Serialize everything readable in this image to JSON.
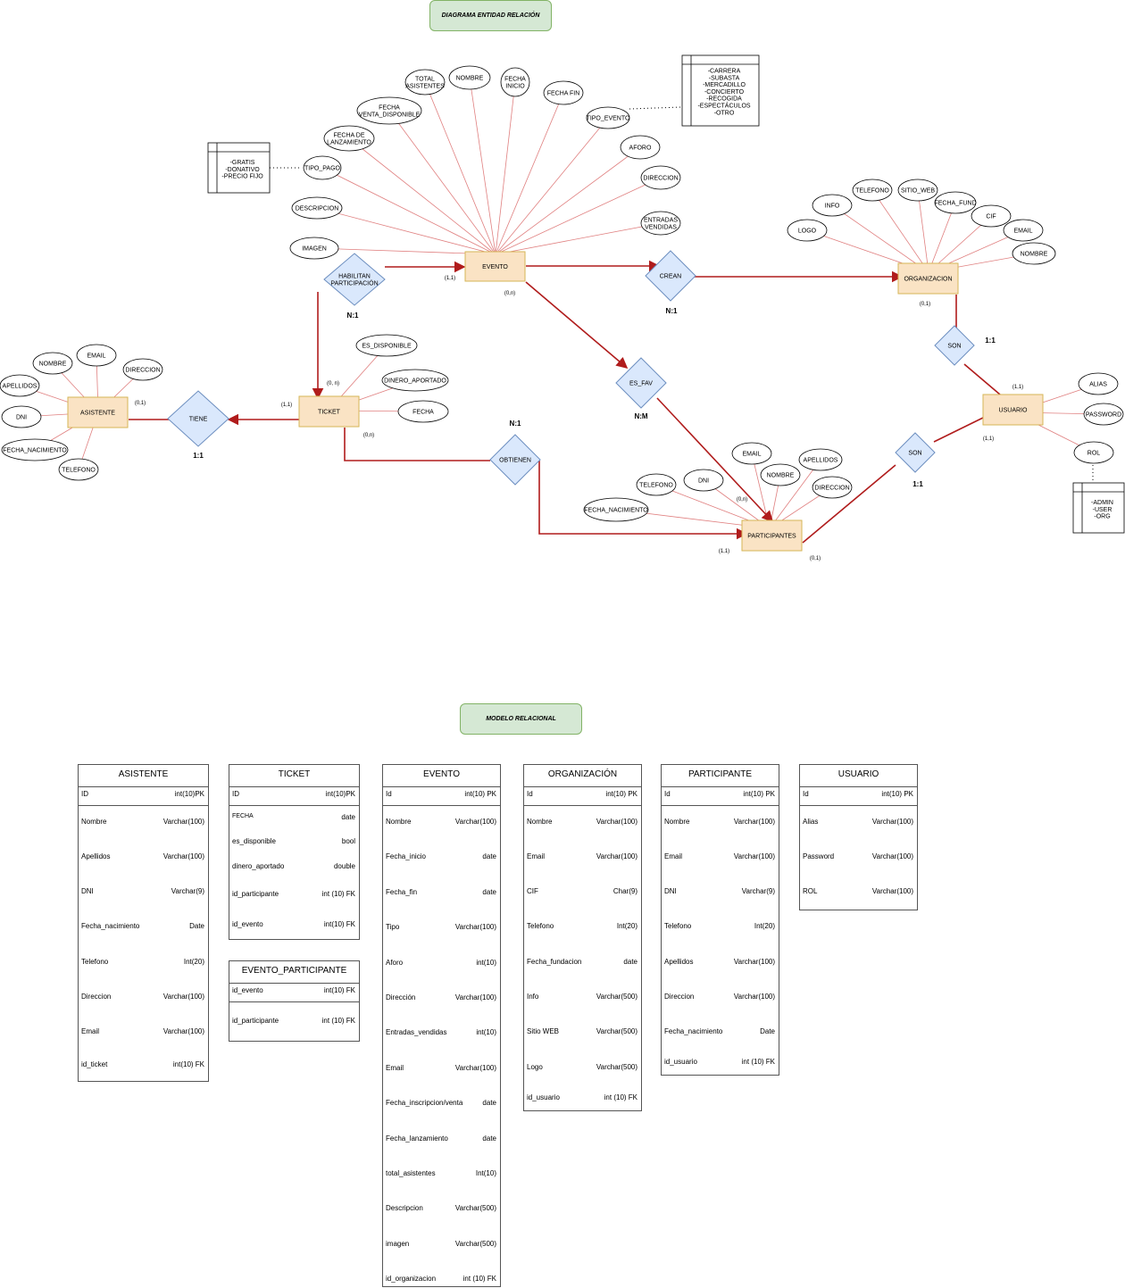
{
  "titles": {
    "er": "DIAGRAMA ENTIDAD RELACIÓN",
    "relational": "MODELO RELACIONAL"
  },
  "entities": {
    "evento": "EVENTO",
    "organizacion": "ORGANIZACION",
    "usuario": "USUARIO",
    "participantes": "PARTICIPANTES",
    "ticket": "TICKET",
    "asistente": "ASISTENTE"
  },
  "relationships": {
    "habilitan": [
      "HABILITAN",
      "PARTICIPACIÓN"
    ],
    "crean": "CREAN",
    "es_fav": "ES_FAV",
    "son1": "SON",
    "son2": "SON",
    "tiene": "TIENE",
    "obtienen": "OBTIENEN"
  },
  "cardinal_labels": {
    "habilitan": "N:1",
    "crean": "N:1",
    "es_fav": "N:M",
    "son1": "1:1",
    "son2": "1:1",
    "tiene": "1:1",
    "obtienen": "N:1"
  },
  "multiplicities": {
    "evento_left": "(1,1)",
    "evento_bottom": "(0,n)",
    "org": "(0,1)",
    "usuario_top": "(1,1)",
    "usuario_bottom": "(1,1)",
    "part_right": "(0,1)",
    "part_left": "(1,1)",
    "part_top": "(0,n)",
    "ticket_top": "(0, n)",
    "ticket_left": "(1,1)",
    "ticket_bottom": "(0,n)",
    "asistente": "(0,1)"
  },
  "attributes": {
    "evento": [
      "TOTAL ASISTENTES",
      "NOMBRE",
      "FECHA INICIO",
      "FECHA FIN",
      "FECHA VENTA_DISPONIBLE",
      "FECHA DE LANZAMIENTO",
      "TIPO_EVENTO",
      "AFORO",
      "TIPO_PAGO",
      "DIRECCION",
      "DESCRIPCION",
      "ENTRADAS VENDIDAS",
      "IMAGEN"
    ],
    "organizacion": [
      "TELEFONO",
      "SITIO_WEB",
      "INFO",
      "FECHA_FUND",
      "CIF",
      "LOGO",
      "EMAIL",
      "NOMBRE"
    ],
    "usuario": [
      "ALIAS",
      "PASSWORD",
      "ROL"
    ],
    "participantes": [
      "EMAIL",
      "APELLIDOS",
      "NOMBRE",
      "DNI",
      "TELEFONO",
      "DIRECCION",
      "FECHA_NACIMIENTO"
    ],
    "ticket": [
      "ES_DISPONIBLE",
      "DINERO_APORTADO",
      "FECHA"
    ],
    "asistente": [
      "EMAIL",
      "NOMBRE",
      "DIRECCION",
      "APELLIDOS",
      "DNI",
      "FECHA_NACIMIENTO",
      "TELEFONO"
    ]
  },
  "enums": {
    "tipo_evento": [
      "-CARRERA",
      "-SUBASTA",
      "-MERCADILLO",
      "-CONCIERTO",
      "-RECOGIDA",
      "-ESPECTÁCULOS",
      "-OTRO"
    ],
    "tipo_pago": [
      "-GRATIS",
      "-DONATIVO",
      "-PRECIO FIJO"
    ],
    "rol": [
      "-ADMIN",
      "-USER",
      "-ORG"
    ]
  },
  "tables": {
    "asistente": {
      "name": "ASISTENTE",
      "rows": [
        [
          "ID",
          "int(10)PK"
        ],
        [
          "Nombre",
          "Varchar(100)"
        ],
        [
          "Apellidos",
          "Varchar(100)"
        ],
        [
          "DNI",
          "Varchar(9)"
        ],
        [
          "Fecha_nacimiento",
          "Date"
        ],
        [
          "Telefono",
          "Int(20)"
        ],
        [
          "Direccion",
          "Varchar(100)"
        ],
        [
          "Email",
          "Varchar(100)"
        ],
        [
          "id_ticket",
          "int(10) FK"
        ]
      ]
    },
    "ticket": {
      "name": "TICKET",
      "rows": [
        [
          "ID",
          "int(10)PK"
        ],
        [
          "FECHA",
          "date"
        ],
        [
          "es_disponible",
          "bool"
        ],
        [
          "dinero_aportado",
          "double"
        ],
        [
          "id_participante",
          "int (10) FK"
        ],
        [
          "id_evento",
          "int(10) FK"
        ]
      ]
    },
    "evento_participante": {
      "name": "EVENTO_PARTICIPANTE",
      "rows": [
        [
          "id_evento",
          "int(10) FK"
        ],
        [
          "id_participante",
          "int (10) FK"
        ]
      ]
    },
    "evento": {
      "name": "EVENTO",
      "rows": [
        [
          "Id",
          "int(10) PK"
        ],
        [
          "Nombre",
          "Varchar(100)"
        ],
        [
          "Fecha_inicio",
          "date"
        ],
        [
          "Fecha_fin",
          "date"
        ],
        [
          "Tipo",
          "Varchar(100)"
        ],
        [
          "Aforo",
          "int(10)"
        ],
        [
          "Dirección",
          "Varchar(100)"
        ],
        [
          "Entradas_vendidas",
          "int(10)"
        ],
        [
          "Email",
          "Varchar(100)"
        ],
        [
          "Fecha_inscripcion/venta",
          "date"
        ],
        [
          "Fecha_lanzamiento",
          "date"
        ],
        [
          "total_asistentes",
          "Int(10)"
        ],
        [
          "Descripcion",
          "Varchar(500)"
        ],
        [
          "imagen",
          "Varchar(500)"
        ],
        [
          "id_organizacion",
          "int (10) FK"
        ]
      ]
    },
    "organizacion": {
      "name": "ORGANIZACIÓN",
      "rows": [
        [
          "Id",
          "int(10) PK"
        ],
        [
          "Nombre",
          "Varchar(100)"
        ],
        [
          "Email",
          "Varchar(100)"
        ],
        [
          "CIF",
          "Char(9)"
        ],
        [
          "Telefono",
          "Int(20)"
        ],
        [
          "Fecha_fundacion",
          "date"
        ],
        [
          "Info",
          "Varchar(500)"
        ],
        [
          "Sitio WEB",
          "Varchar(500)"
        ],
        [
          "Logo",
          "Varchar(500)"
        ],
        [
          "id_usuario",
          "int (10) FK"
        ]
      ]
    },
    "participante": {
      "name": "PARTICIPANTE",
      "rows": [
        [
          "Id",
          "int(10) PK"
        ],
        [
          "Nombre",
          "Varchar(100)"
        ],
        [
          "Email",
          "Varchar(100)"
        ],
        [
          "DNI",
          "Varchar(9)"
        ],
        [
          "Telefono",
          "Int(20)"
        ],
        [
          "Apellidos",
          "Varchar(100)"
        ],
        [
          "Direccion",
          "Varchar(100)"
        ],
        [
          "Fecha_nacimiento",
          "Date"
        ],
        [
          "id_usuario",
          "int (10) FK"
        ]
      ]
    },
    "usuario": {
      "name": "USUARIO",
      "rows": [
        [
          "Id",
          "int(10) PK"
        ],
        [
          "Alias",
          "Varchar(100)"
        ],
        [
          "Password",
          "Varchar(100)"
        ],
        [
          "ROL",
          "Varchar(100)"
        ]
      ]
    }
  },
  "colors": {
    "entity_fill": "#fae3c4",
    "entity_stroke": "#d6b656",
    "rel_fill": "#dae8fc",
    "rel_stroke": "#6c8ebf",
    "line": "#b01c1c",
    "attr_line": "#e08080"
  }
}
